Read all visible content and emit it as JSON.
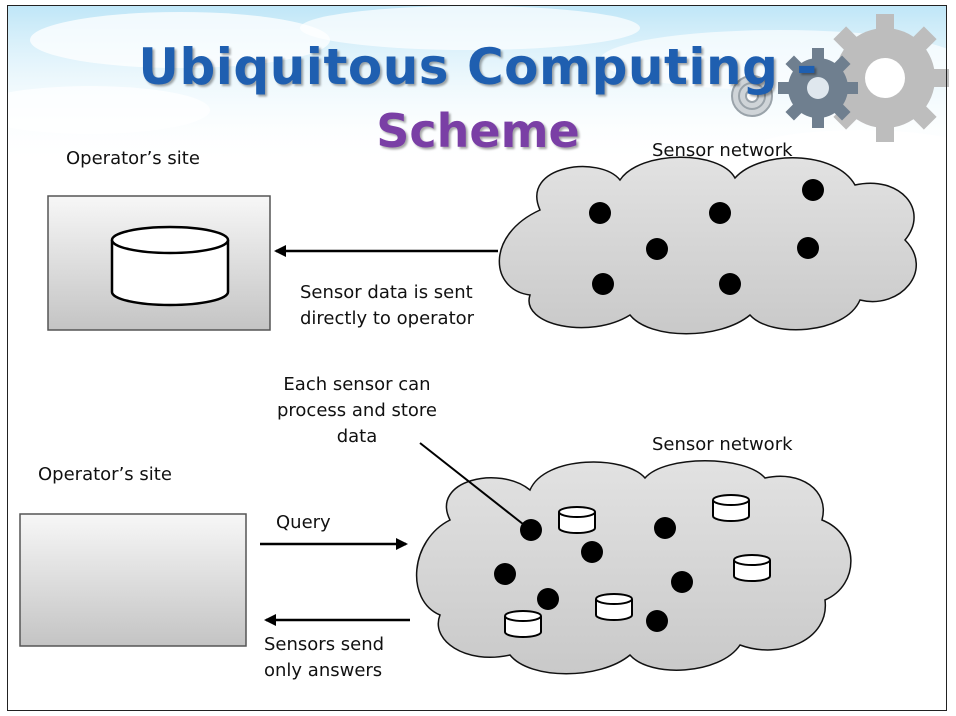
{
  "title": {
    "line1": "Ubiquitous Computing -",
    "line2": "Scheme"
  },
  "top_panel": {
    "operator_label": "Operator’s site",
    "network_label": "Sensor network",
    "arrow_label": "Sensor data is sent\ndirectly to operator"
  },
  "bottom_panel": {
    "operator_label": "Operator’s site",
    "network_label": "Sensor network",
    "callout": "Each sensor can\nprocess and store\ndata",
    "query_label": "Query",
    "answer_label": "Sensors send\nonly answers"
  },
  "colors": {
    "title_line1": "#1f5fb0",
    "title_line2": "#7a3fa5",
    "box_fill_light": "#f4f4f4",
    "box_fill_dark": "#c8c8c8",
    "cloud_fill": "#d6d6d6",
    "sensor_dot": "#000000"
  }
}
